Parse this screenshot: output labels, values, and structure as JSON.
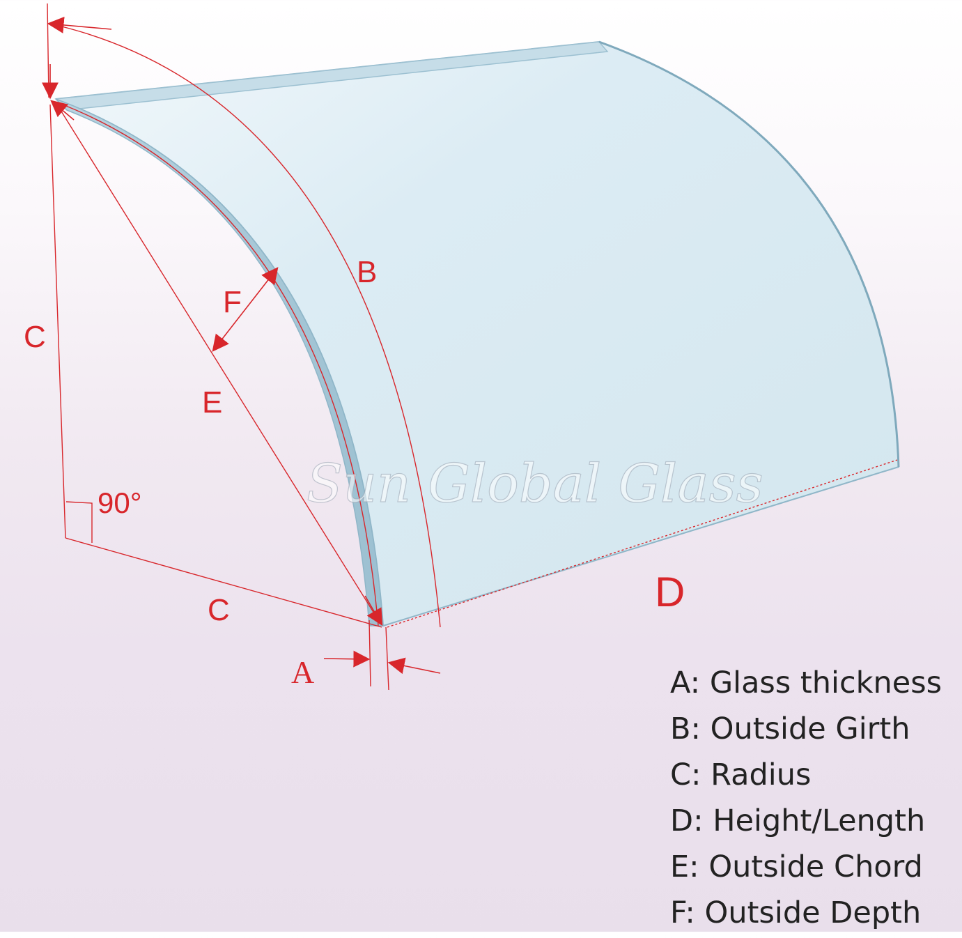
{
  "diagram": {
    "labels": {
      "a": "A",
      "b": "B",
      "c_vertical": "C",
      "c_base": "C",
      "d": "D",
      "e": "E",
      "f": "F",
      "angle": "90°"
    },
    "watermark": "Sun Global Glass",
    "legend": [
      "A: Glass thickness",
      "B: Outside Girth",
      "C: Radius",
      "D: Height/Length",
      "E: Outside Chord",
      "F: Outside Depth"
    ],
    "colors": {
      "annotation": "#d8262b",
      "glass": "#d9ebf3",
      "glass_edge": "#8fb6c8",
      "text": "#222222"
    }
  }
}
